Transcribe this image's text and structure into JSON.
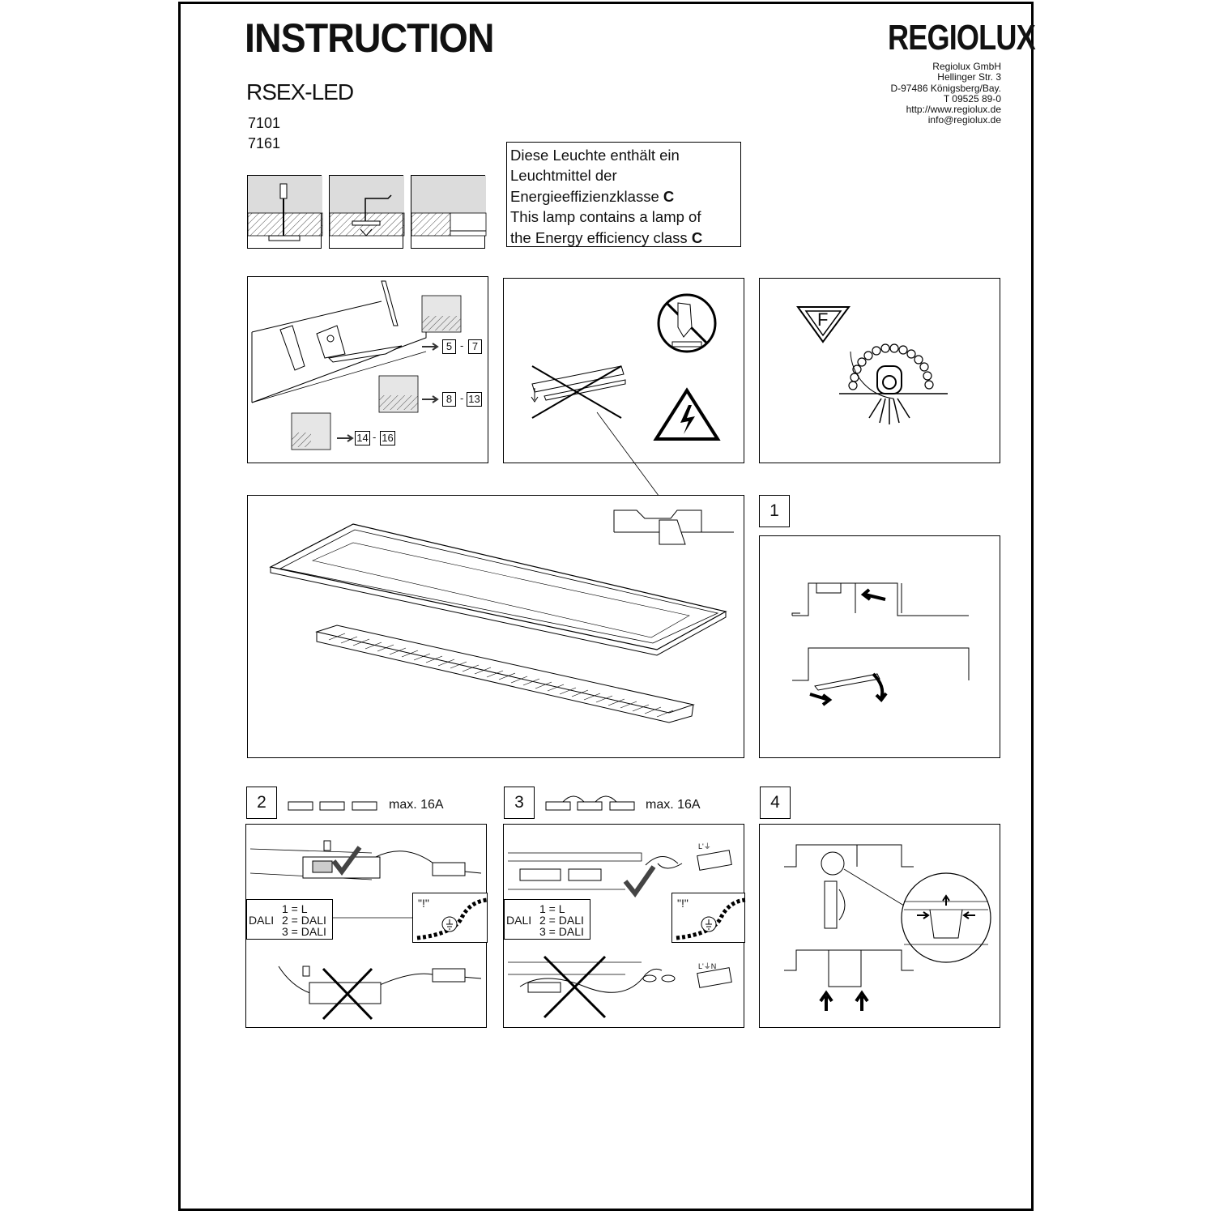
{
  "header": {
    "title": "INSTRUCTION",
    "brand": "REGIOLUX",
    "address": [
      "Regiolux GmbH",
      "Hellinger Str. 3",
      "D-97486 Königsberg/Bay.",
      "T 09525 89-0",
      "http://www.regiolux.de",
      "info@regiolux.de"
    ]
  },
  "product": {
    "model": "RSEX-LED",
    "codes": [
      "7101",
      "7161"
    ]
  },
  "energy_label": {
    "line1": "Diese Leuchte enthält ein",
    "line2": "Leuchtmittel der",
    "line3_prefix": "Energieeffizienzklasse ",
    "line3_class": "C",
    "line4": "This lamp contains a lamp of",
    "line5_prefix": "the Energy efficiency class ",
    "line5_class": "C"
  },
  "mounting_refs": {
    "ref1_from": "5",
    "ref1_to": "7",
    "ref2_from": "8",
    "ref2_to": "13",
    "ref3_from": "14",
    "ref3_to": "16",
    "dash": "-"
  },
  "symbols": {
    "f_mark": "F"
  },
  "steps": {
    "step1": "1",
    "step2": "2",
    "step3": "3",
    "step4": "4",
    "step2_max": "max. 16A",
    "step3_max": "max. 16A"
  },
  "dali": {
    "label": "DALI",
    "line1": "1 = L",
    "line2": "2 = DALI",
    "line3": "3 = DALI",
    "warning": "\"!\""
  },
  "terminal_labels": {
    "step3_top": "L'⏚",
    "step3_bottom": "L'⏚N"
  }
}
